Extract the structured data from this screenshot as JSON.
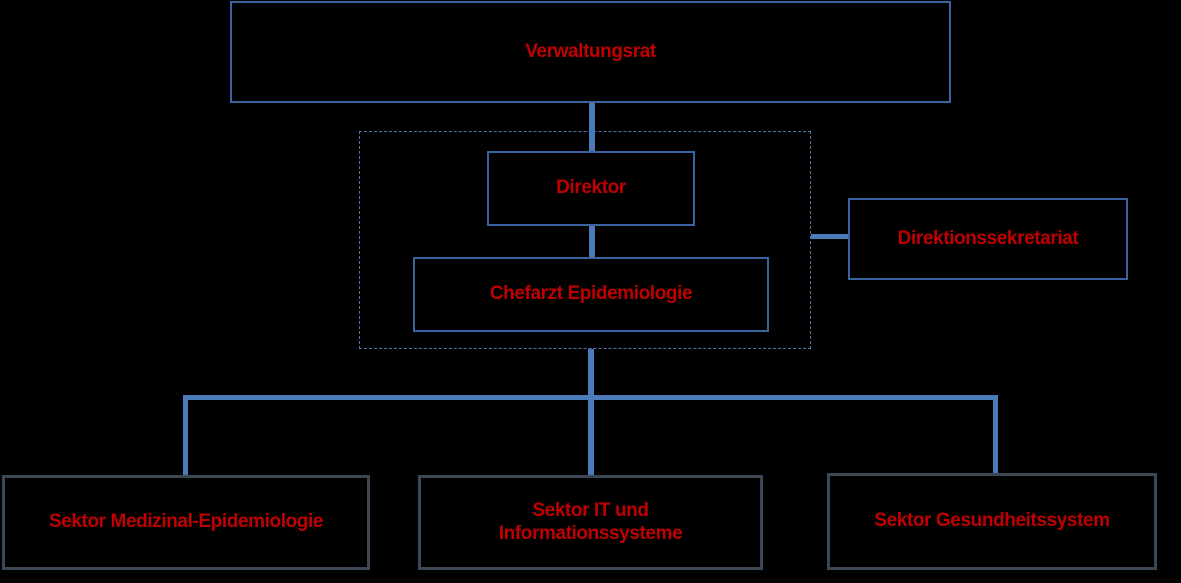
{
  "org_chart": {
    "board": {
      "label": "Verwaltungsrat"
    },
    "director": {
      "label": "Direktor"
    },
    "chief_physician": {
      "label": "Chefarzt Epidemiologie"
    },
    "secretariat": {
      "label": "Direktionssekretariat"
    },
    "sectors": [
      {
        "lines": [
          "Sektor Medizinal-Epidemiologie"
        ]
      },
      {
        "lines": [
          "Sektor IT und",
          "Informationssysteme"
        ]
      },
      {
        "lines": [
          "Sektor Gesundheitssystem"
        ]
      }
    ]
  },
  "colors": {
    "background": "#000000",
    "text": "#c00000",
    "box_border": "#3a64a0",
    "sector_border": "#3b4754",
    "connector": "#4a7ab8"
  }
}
